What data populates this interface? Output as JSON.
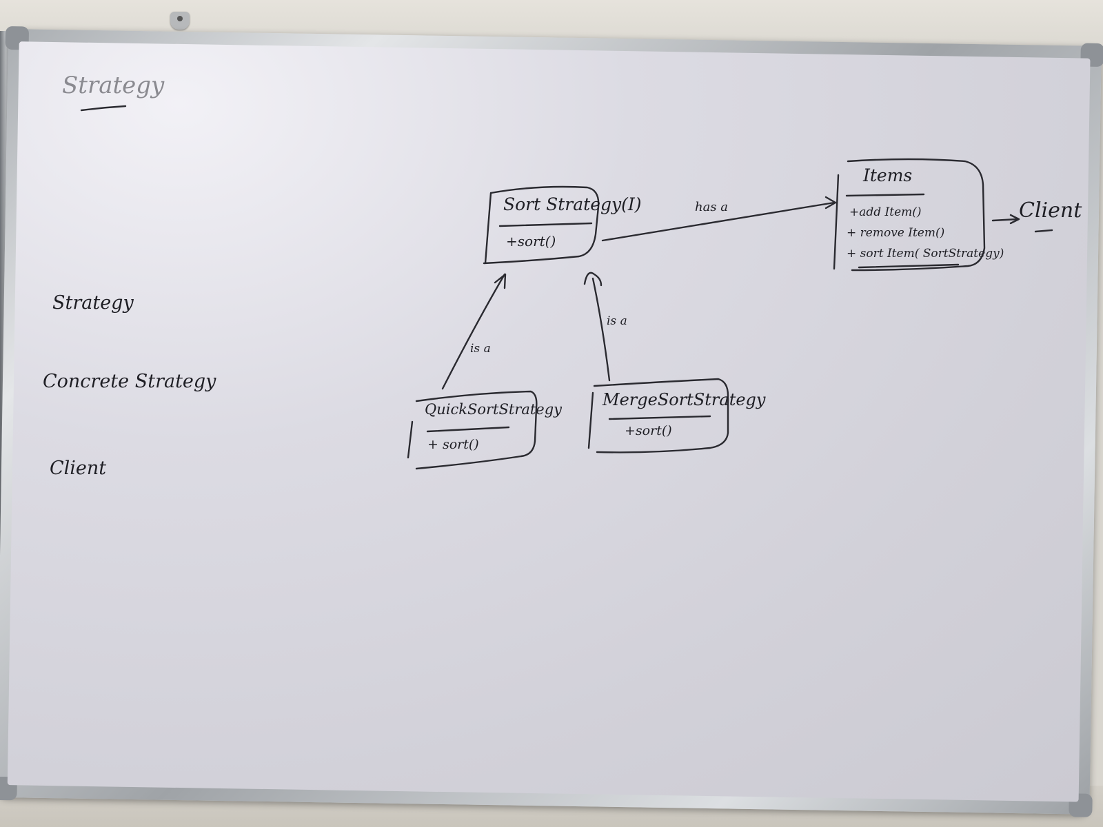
{
  "board": {
    "title": "Strategy",
    "roles": [
      "Strategy",
      "Concrete Strategy",
      "Client"
    ]
  },
  "diagram": {
    "sort_strategy": {
      "name": "Sort Strategy(I)",
      "method": "+sort()"
    },
    "items": {
      "name": "Items",
      "methods": [
        "+add Item()",
        "+ remove Item()",
        "+ sort Item( SortStrategy)"
      ]
    },
    "quick_sort": {
      "name": "QuickSortStrategy",
      "method": "+ sort()"
    },
    "merge_sort": {
      "name": "MergeSortStrategy",
      "method": "+sort()"
    },
    "relations": {
      "has_a": "has a",
      "is_a_left": "is a",
      "is_a_right": "is a"
    },
    "client_label": "Client"
  }
}
